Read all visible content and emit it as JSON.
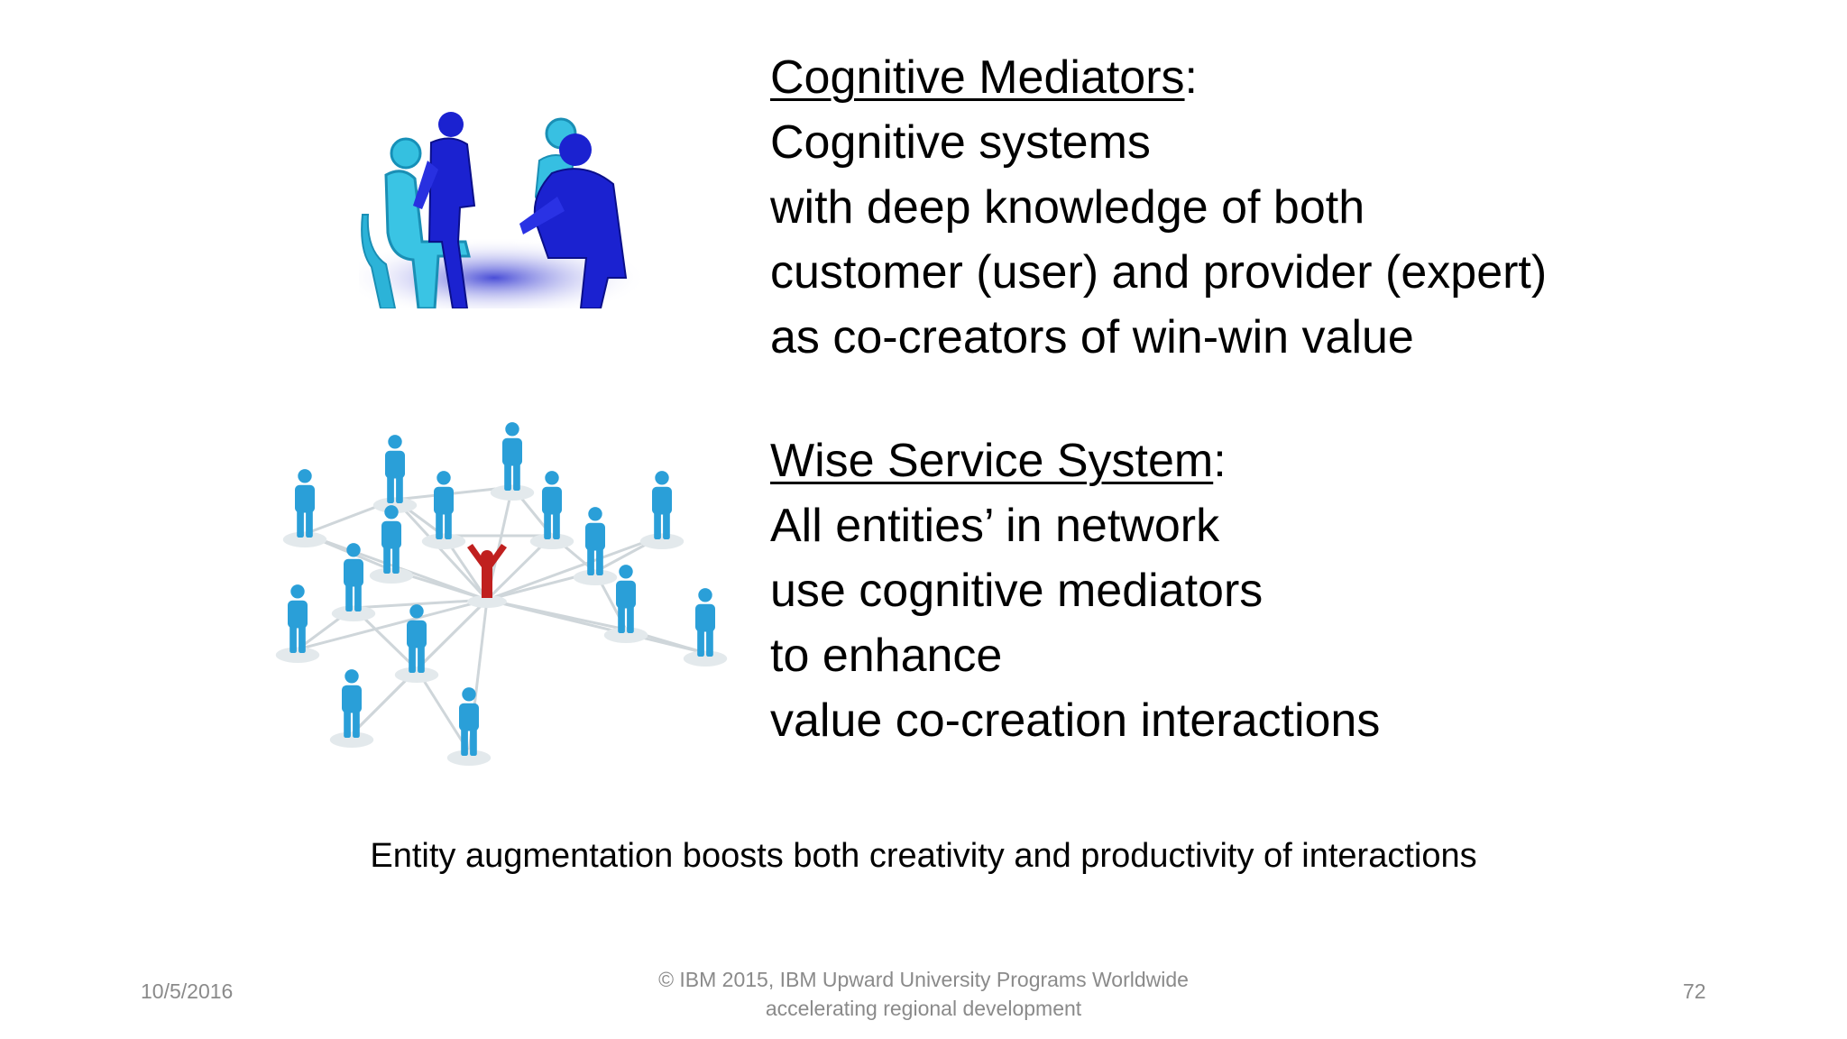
{
  "section1": {
    "heading": "Cognitive Mediators",
    "heading_suffix": ":",
    "lines": [
      "Cognitive systems",
      "with deep knowledge of both",
      "customer (user) and provider (expert)",
      "as co-creators of win-win value"
    ]
  },
  "section2": {
    "heading": "Wise Service System",
    "heading_suffix": ":",
    "lines": [
      "All entities’ in network",
      "use cognitive mediators",
      "to enhance",
      "value co-creation interactions"
    ]
  },
  "caption": "Entity augmentation boosts both creativity and productivity of interactions",
  "footer": {
    "date": "10/5/2016",
    "copyright_line1": "© IBM 2015, IBM Upward University Programs Worldwide",
    "copyright_line2": "accelerating regional development",
    "page_number": "72"
  },
  "colors": {
    "person_dark": "#1a1fc9",
    "person_light": "#2bb5d6",
    "network_person": "#2a9fd8",
    "center_person": "#c0201f"
  },
  "icons": [
    "consultation-people-icon",
    "people-network-icon"
  ]
}
